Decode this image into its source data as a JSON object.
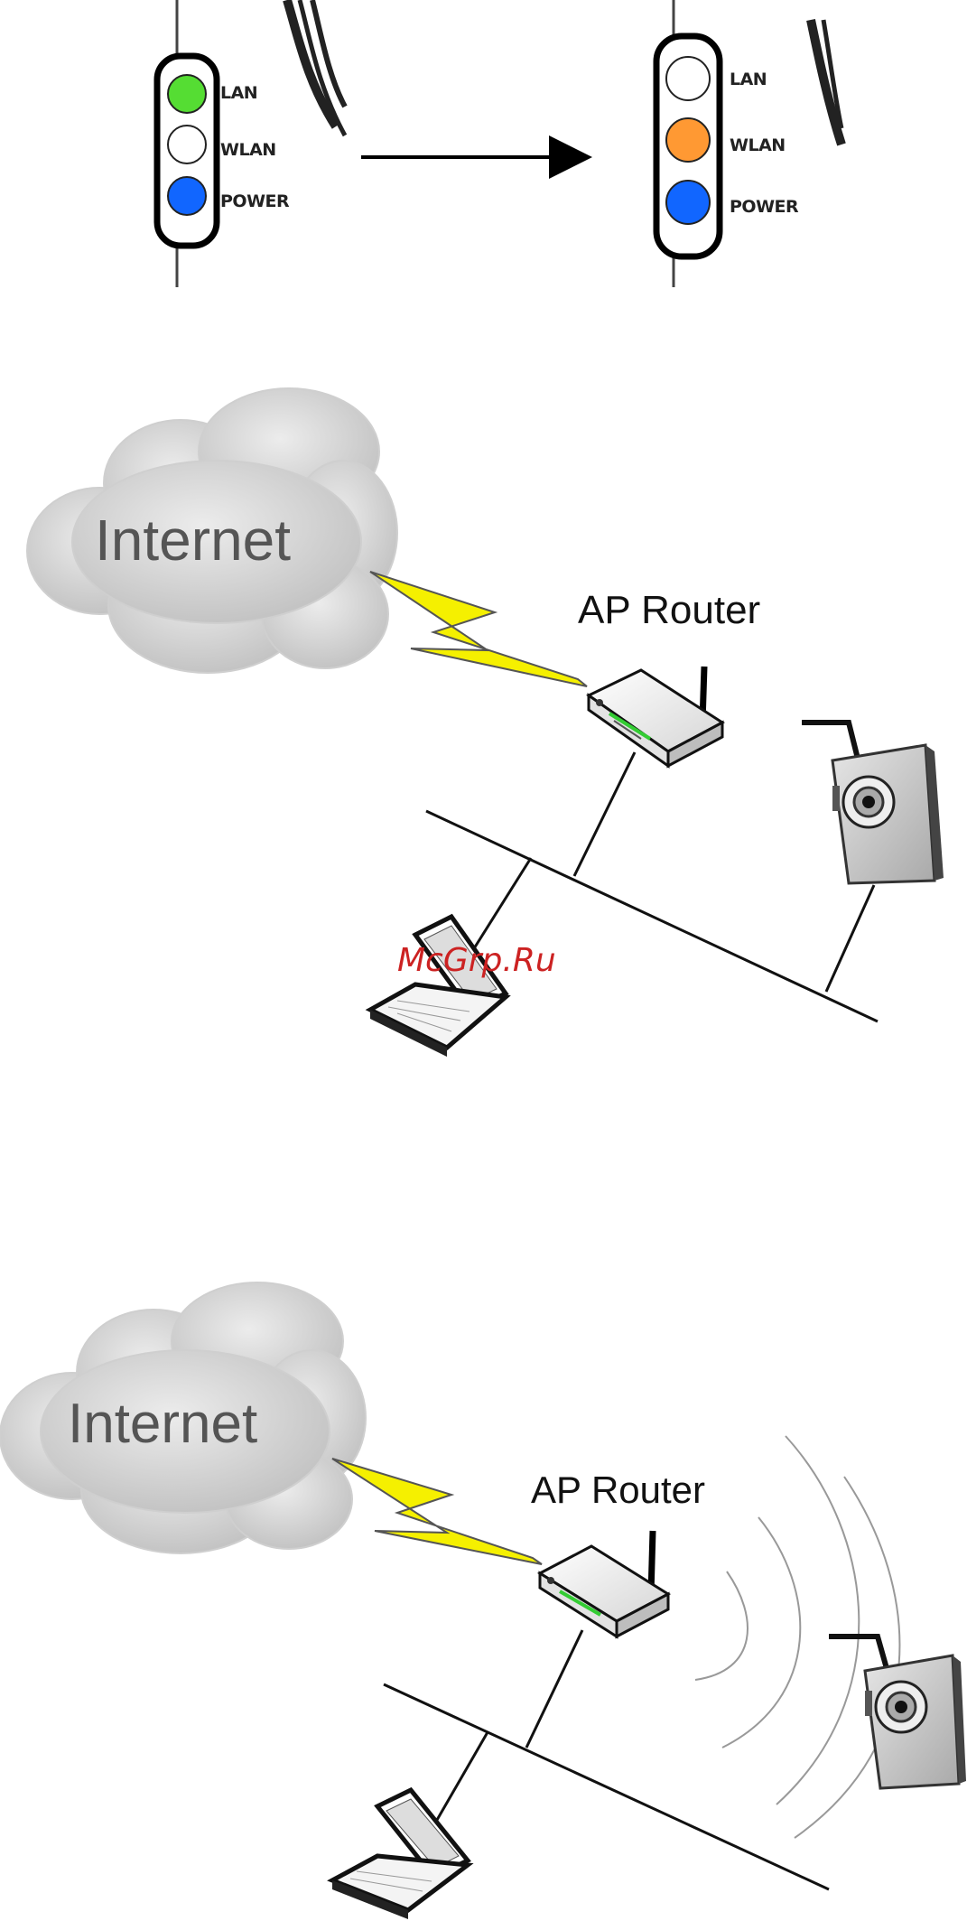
{
  "led_panel": {
    "labels": [
      "LAN",
      "WLAN",
      "POWER"
    ],
    "before_colors": [
      "#55dd33",
      "#ffffff",
      "#1166ff"
    ],
    "after_colors": [
      "#ffffff",
      "#ff9933",
      "#1166ff"
    ]
  },
  "diagram_wired": {
    "cloud_label": "Internet",
    "router_label": "AP Router"
  },
  "diagram_wireless": {
    "cloud_label": "Internet",
    "router_label": "AP Router"
  },
  "watermark": "McGrp.Ru",
  "colors": {
    "cloud": "#d2d2d2",
    "bolt": "#f5f000",
    "line": "#111111",
    "router_led": "#33cc33",
    "camera_body": "#c8c8c8"
  }
}
